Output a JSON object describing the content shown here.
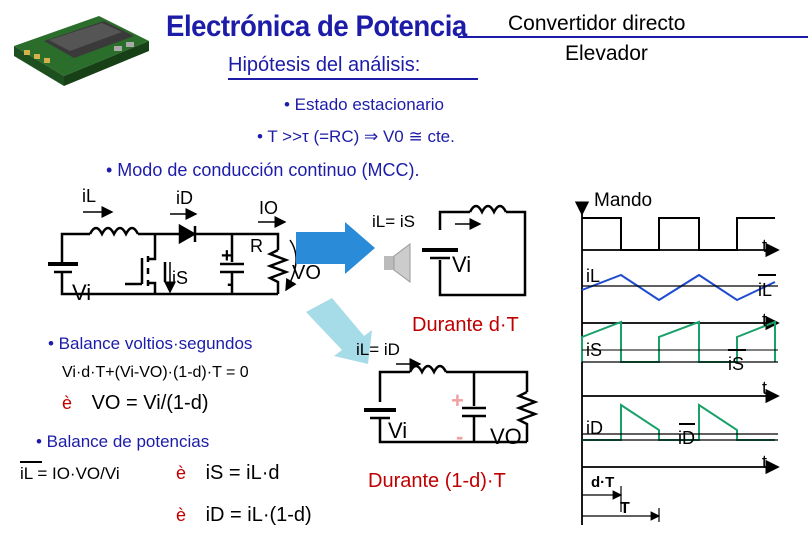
{
  "header": {
    "title": "Electrónica de Potencia",
    "subtitle_line1": "Convertidor directo",
    "subtitle_line2": "Elevador",
    "hypothesis": "Hipótesis del análisis:"
  },
  "assumptions": {
    "a1": "• Estado estacionario",
    "a2": "• T >>τ (=RC) ⇒ V0 ≅ cte.",
    "a3": "• Modo de conducción continuo (MCC)."
  },
  "circuit": {
    "iL": "iL",
    "iD": "iD",
    "IO": "IO",
    "R": "R",
    "VO": "VO",
    "Vi": "Vi",
    "iS": "iS"
  },
  "states": {
    "on_current": "iL= iS",
    "on_vi": "Vi",
    "on_caption": "Durante d·T",
    "off_current": "iL= iD",
    "off_vi": "Vi",
    "off_vo": "VO",
    "off_caption": "Durante (1-d)·T"
  },
  "derivation": {
    "b1": "• Balance voltios·segundos",
    "b1_eq": "Vi·d·T+(Vi-VO)·(1-d)·T = 0",
    "b1_res": "VO = Vi/(1-d)",
    "b2": "• Balance de potencias",
    "b2_eq": "iL = IO·VO/Vi",
    "b2_res1": "iS = iL·d",
    "b2_res2": "iD = iL·(1-d)",
    "arrow_glyph": "è"
  },
  "waveforms": {
    "mando": "Mando",
    "t1": "t",
    "iL": "iL",
    "iL_avg": "iL",
    "t2": "t",
    "iS": "iS",
    "iS_avg": "iS",
    "t3": "t",
    "iD": "iD",
    "iD_avg": "iD",
    "t4": "t",
    "dT": "d·T",
    "T": "T"
  },
  "colors": {
    "title_blue": "#1c1ca8",
    "red": "#c00000",
    "wave_blue": "#1f4bd0",
    "wave_green": "#1aa06a",
    "arrow_blue": "#2a8cd8",
    "arrow_light": "#a6dbe8"
  }
}
